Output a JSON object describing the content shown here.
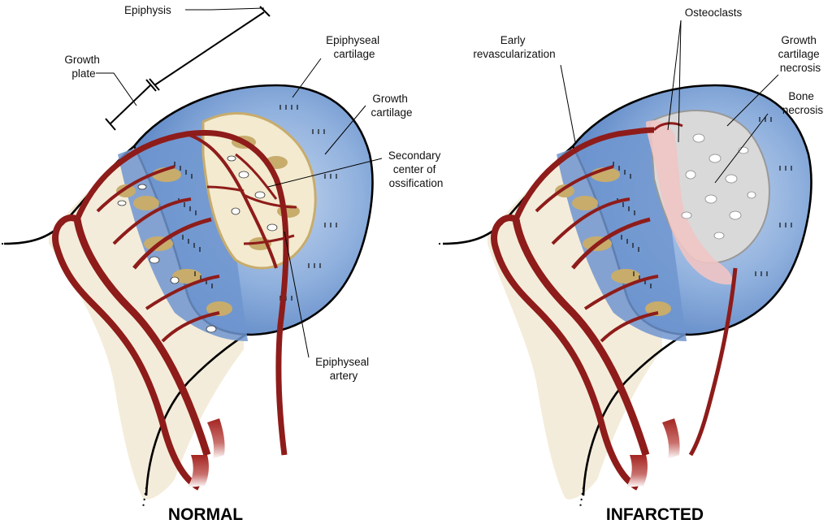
{
  "panels": {
    "normal": {
      "title": "NORMAL",
      "labels": {
        "epiphysis": "Epiphysis",
        "growth_plate": [
          "Growth",
          "plate"
        ],
        "epiphyseal_cartilage": [
          "Epiphyseal",
          "cartilage"
        ],
        "growth_cartilage": [
          "Growth",
          "cartilage"
        ],
        "secondary_center": [
          "Secondary",
          "center of",
          "ossification"
        ],
        "epiphyseal_artery": [
          "Epiphyseal",
          "artery"
        ]
      }
    },
    "infarcted": {
      "title": "INFARCTED",
      "labels": {
        "early_revascularization": [
          "Early",
          "revascularization"
        ],
        "osteoclasts": "Osteoclasts",
        "growth_cartilage_necrosis": [
          "Growth",
          "cartilage",
          "necrosis"
        ],
        "bone_necrosis": [
          "Bone",
          "necrosis"
        ]
      }
    }
  },
  "colors": {
    "cartilage_blue": "#5b86c6",
    "cartilage_light": "#b6cbe8",
    "bone_cream": "#f4ecda",
    "trabecula_tan": "#c8ac6c",
    "artery_red": "#a32421",
    "necrosis_gray": "#d9d9d9",
    "revascular_pink": "#f0c4c4"
  }
}
